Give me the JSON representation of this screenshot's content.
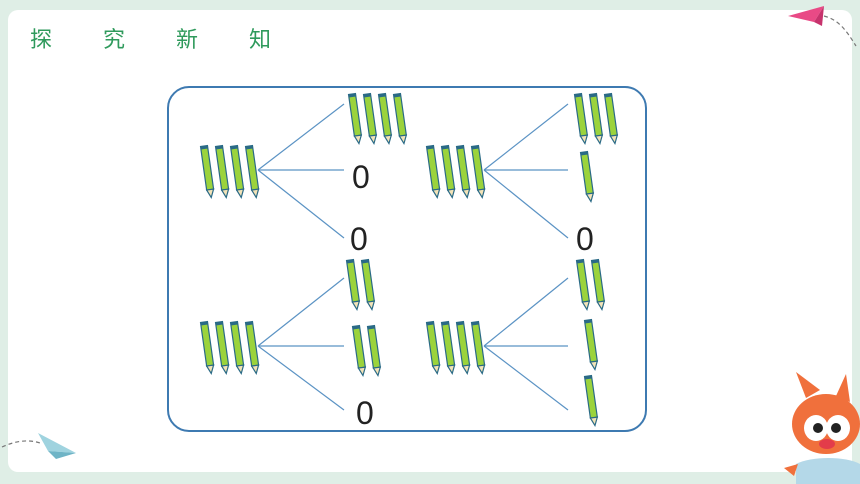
{
  "header": {
    "title": "探 究 新 知"
  },
  "groups": [
    {
      "total": 4,
      "branches": [
        4,
        "0",
        "0"
      ]
    },
    {
      "total": 4,
      "branches": [
        3,
        1,
        "0"
      ]
    },
    {
      "total": 4,
      "branches": [
        2,
        2,
        "0"
      ]
    },
    {
      "total": 4,
      "branches": [
        2,
        1,
        1
      ]
    }
  ],
  "colors": {
    "background": "#dfeee6",
    "card": "#ffffff",
    "title": "#2f9a5c",
    "frame": "#3e7ab1",
    "lines": "#5b93c4",
    "pencil_body": "#9bd33c",
    "pencil_outline": "#2a6a86"
  }
}
